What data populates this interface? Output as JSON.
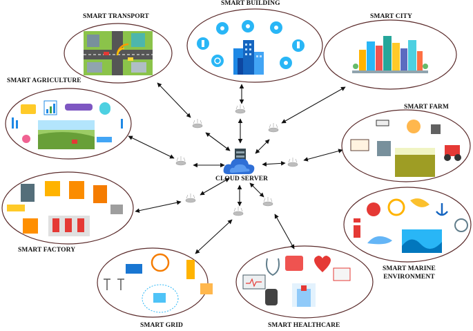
{
  "center": {
    "label": "CLOUD SERVER"
  },
  "domains": {
    "transport": "SMART TRANSPORT",
    "building": "SMART BUILDING",
    "city": "SMART CITY",
    "agriculture": "SMART AGRICULTURE",
    "farm": "SMART FARM",
    "factory": "SMART FACTORY",
    "marine_line1": "SMART MARINE",
    "marine_line2": "ENVIRONMENT",
    "grid": "SMART GRID",
    "healthcare": "SMART HEALTHCARE"
  },
  "colors": {
    "ellipse_border": "#5a2a2a",
    "arrow": "#111111",
    "cloud": "#2f6fd6",
    "server": "#37474f"
  }
}
